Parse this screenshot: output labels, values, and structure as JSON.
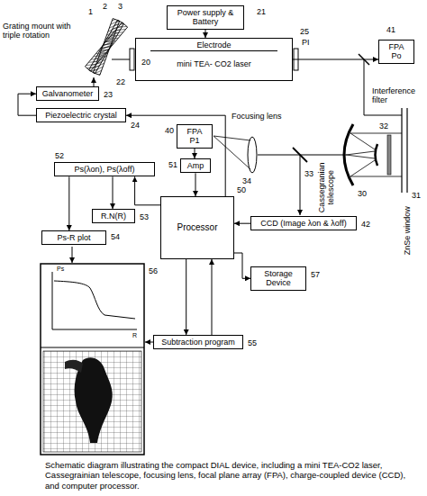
{
  "diagram": {
    "caption": "Schematic diagram illustrating the compact DIAL device, including a mini TEA-CO2 laser, Cassegrainian telescope, focusing lens, focal plane array (FPA), charge-coupled device (CCD), and computer processor.",
    "nodes": [
      {
        "text": [
          "Power supply & Battery"
        ]
      },
      {
        "text": [
          "Electrode",
          "mini TEA- CO2 laser"
        ]
      },
      {
        "text": [
          "Galvanometer"
        ]
      },
      {
        "text": [
          "Piezoelectric crystal"
        ]
      },
      {
        "text": [
          "FPA",
          "Po"
        ]
      },
      {
        "text": [
          "FPA",
          "P1"
        ]
      },
      {
        "text": [
          "Amp"
        ]
      },
      {
        "text": [
          "Ps(λon), Ps(λoff)"
        ]
      },
      {
        "text": [
          "R.N(R)"
        ]
      },
      {
        "text": [
          "Ps-R plot"
        ]
      },
      {
        "text": [
          "Processor"
        ]
      },
      {
        "text": [
          "CCD (Image λon & λoff)"
        ]
      },
      {
        "text": [
          "Storage Device"
        ]
      },
      {
        "text": [
          "Subtraction program"
        ]
      }
    ],
    "edges": [
      {
        "from": 0,
        "to": 1,
        "arrow": "to"
      },
      {
        "from": 1,
        "to": 4,
        "arrow": "to"
      },
      {
        "from": 10,
        "to": 3,
        "arrow": "to"
      },
      {
        "from": 3,
        "to": 2,
        "arrow": "to"
      },
      {
        "from": 5,
        "to": 6,
        "arrow": "to"
      },
      {
        "from": 6,
        "to": 10,
        "arrow": "to"
      },
      {
        "from": 11,
        "to": 10,
        "arrow": "to"
      },
      {
        "from": 10,
        "to": 7,
        "arrow": "to"
      },
      {
        "from": 7,
        "to": 8,
        "arrow": "to"
      },
      {
        "from": 7,
        "to": 9,
        "arrow": "to"
      },
      {
        "from": 10,
        "to": 12,
        "arrow": "to"
      },
      {
        "from": 10,
        "to": 13,
        "arrow": "to"
      },
      {
        "from": 13,
        "to": 10,
        "arrow": "to"
      }
    ],
    "labels": [
      "Grating mount with triple rotation",
      "1",
      "2",
      "3",
      "22",
      "21",
      "20",
      "25",
      "PI",
      "41",
      "23",
      "24",
      "Interference filter",
      "32",
      "31",
      "ZnSe window",
      "30",
      "Cassegranian telescope",
      "33",
      "Focusing lens",
      "34",
      "40",
      "51",
      "52",
      "53",
      "54",
      "50",
      "42",
      "57",
      "55",
      "56",
      "Ps",
      "R"
    ]
  }
}
